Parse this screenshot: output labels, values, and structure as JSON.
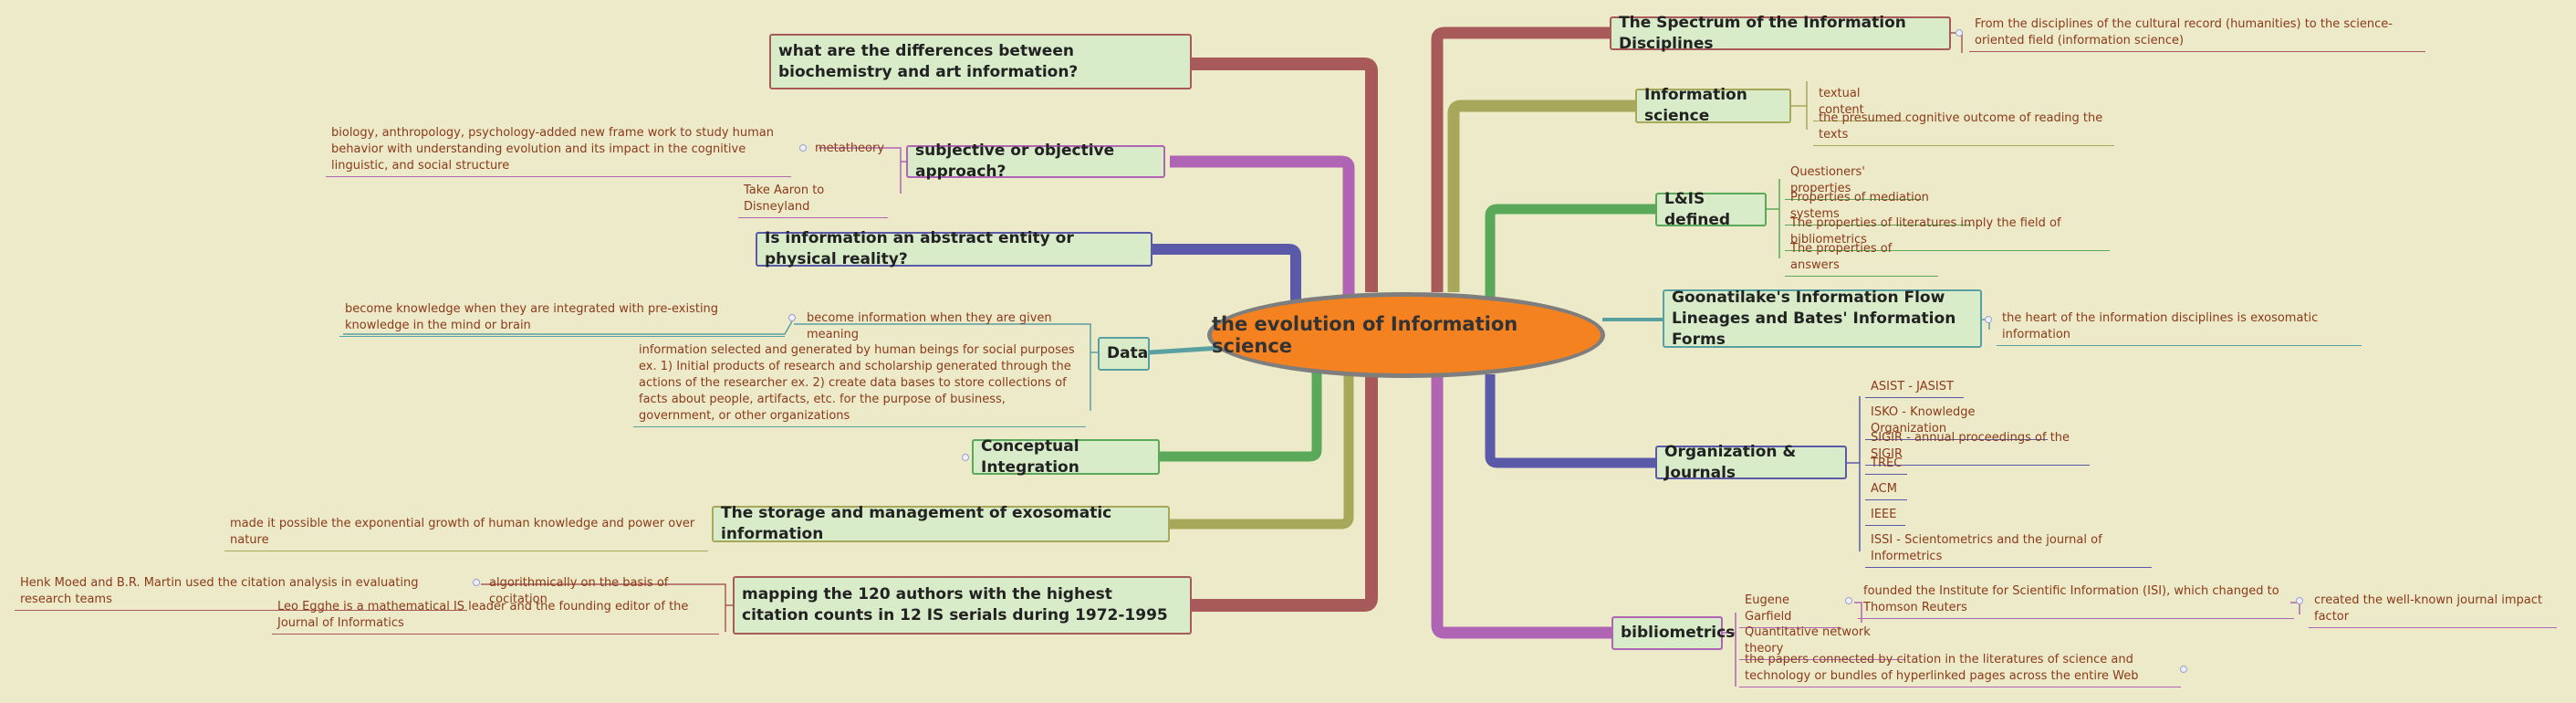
{
  "central": {
    "label": "the evolution of Information science"
  },
  "colors": {
    "red": "#a85a5a",
    "purple": "#b064b4",
    "navy": "#5a5aa8",
    "teal": "#5aa0a0",
    "green": "#5aa85a",
    "olive": "#a8a85a",
    "center_fill": "#f58220",
    "background": "#eceac8"
  },
  "left": {
    "differences": {
      "label": "what are the differences between biochemistry and art information?"
    },
    "approach": {
      "label": "subjective or objective approach?",
      "metatheory": "metatheory",
      "metatheory_note": "biology, anthropology, psychology-added new frame work to study human behavior with understanding evolution and its impact in the cognitive linguistic, and social structure",
      "disneyland": "Take Aaron to Disneyland"
    },
    "abstract": {
      "label": "Is information an abstract entity or physical reality?"
    },
    "data": {
      "label": "Data",
      "given_meaning": "become information when they are given meaning",
      "knowledge": "become knowledge when they are integrated with pre-existing knowledge in the mind or brain",
      "selected": "information selected and generated by human beings for social purposes ex. 1) Initial products of research and scholarship generated through the actions of the researcher ex. 2) create data bases to store collections of facts about people, artifacts, etc. for the purpose of business, government, or other organizations"
    },
    "conceptual": {
      "label": "Conceptual Integration"
    },
    "storage": {
      "label": "The storage and management of exosomatic information",
      "note": "made it possible the exponential growth of human knowledge and power over nature"
    },
    "mapping": {
      "label": "mapping the 120 authors with the highest citation counts in 12 IS serials during 1972-1995",
      "algorithmic": "algorithmically on the basis of cocitation",
      "moed": "Henk Moed and B.R. Martin used the citation analysis in evaluating research teams",
      "egghe": "Leo Egghe is a mathematical IS leader and the founding editor of the Journal of Informatics"
    }
  },
  "right": {
    "spectrum": {
      "label": "The Spectrum of the Information Disciplines",
      "note": "From the disciplines of the cultural record (humanities) to the science-oriented field (information science)"
    },
    "infosci": {
      "label": "Information science",
      "items": [
        "textual content",
        "the presumed cognitive outcome of reading the texts"
      ]
    },
    "lis": {
      "label": "L&IS defined",
      "items": [
        "Questioners' properties",
        "Properties of mediation systems",
        "The properties of literatures imply the field of bibliometrics",
        "The properties of answers"
      ]
    },
    "goonatilake": {
      "label": "Goonatilake's Information Flow Lineages and Bates' Information Forms",
      "note": "the heart of the information disciplines is exosomatic information"
    },
    "org": {
      "label": "Organization & Journals",
      "items": [
        "ASIST - JASIST",
        "ISKO - Knowledge Organization",
        "SIGIR - annual proceedings of the SIGIR",
        "TREC",
        "ACM",
        "IEEE",
        "ISSI - Scientometrics and the journal of Informetrics"
      ]
    },
    "biblio": {
      "label": "bibliometrics",
      "garfield": "Eugene Garfield",
      "founded": "founded the Institute for Scientific Information (ISI), which changed to Thomson Reuters",
      "impact": "created the well-known journal impact factor",
      "network": "Quantitative network theory",
      "papers": "the papers connected by citation in the literatures of science and technology or bundles of hyperlinked pages across the entire Web"
    }
  }
}
